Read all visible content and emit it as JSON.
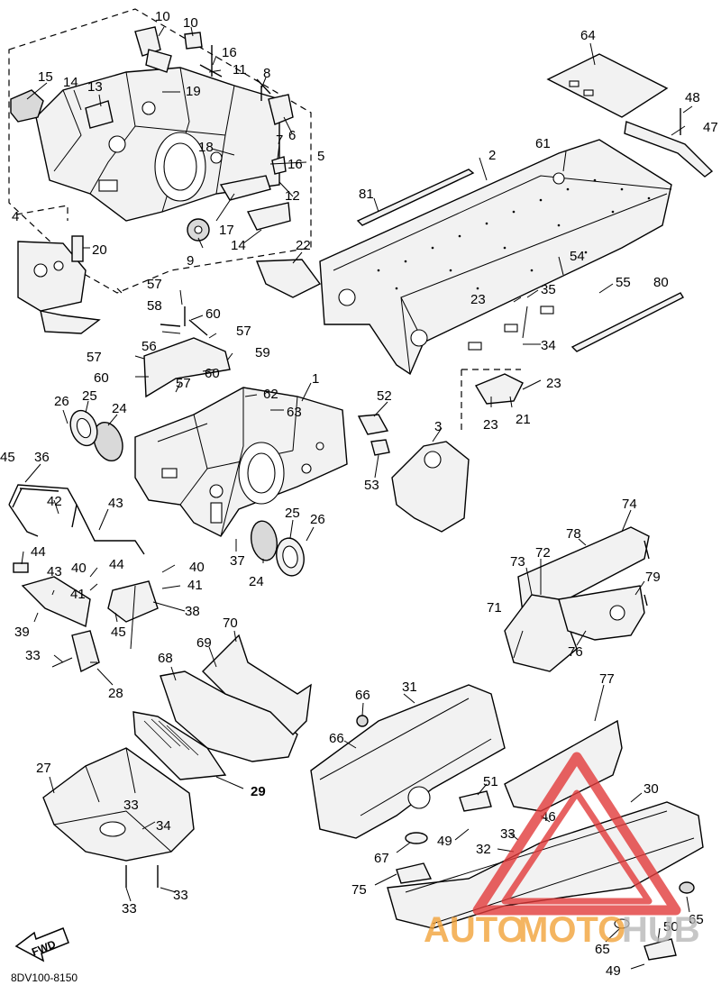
{
  "diagram": {
    "code": "8DV100-8150",
    "direction_marker": "FWD",
    "watermark": {
      "text_auto": "AUTO",
      "text_moto": "MOTO",
      "text_hub": "HUB",
      "color_warm": "#f2a33a",
      "color_gray": "#b8b8b8",
      "color_red": "#e23b3b"
    },
    "callouts": {
      "c1": "1",
      "c2": "2",
      "c3": "3",
      "c4": "4",
      "c5": "5",
      "c6": "6",
      "c7": "7",
      "c8": "8",
      "c9": "9",
      "c10a": "10",
      "c10b": "10",
      "c11": "11",
      "c12": "12",
      "c13": "13",
      "c14a": "14",
      "c14b": "14",
      "c15": "15",
      "c16a": "16",
      "c16b": "16",
      "c17": "17",
      "c18": "18",
      "c19": "19",
      "c20": "20",
      "c21": "21",
      "c22": "22",
      "c23a": "23",
      "c23b": "23",
      "c23c": "23",
      "c24a": "24",
      "c24b": "24",
      "c25a": "25",
      "c25b": "25",
      "c26a": "26",
      "c26b": "26",
      "c27": "27",
      "c28": "28",
      "c29": "29",
      "c30": "30",
      "c31": "31",
      "c32": "32",
      "c33a": "33",
      "c33b": "33",
      "c33c": "33",
      "c33d": "33",
      "c33e": "33",
      "c34a": "34",
      "c34b": "34",
      "c35": "35",
      "c36": "36",
      "c37": "37",
      "c38": "38",
      "c39": "39",
      "c40a": "40",
      "c40b": "40",
      "c41a": "41",
      "c41b": "41",
      "c42": "42",
      "c43a": "43",
      "c43b": "43",
      "c44a": "44",
      "c44b": "44",
      "c45a": "45",
      "c45b": "45",
      "c46": "46",
      "c47": "47",
      "c48": "48",
      "c49a": "49",
      "c49b": "49",
      "c50": "50",
      "c51": "51",
      "c52": "52",
      "c53": "53",
      "c54": "54",
      "c55": "55",
      "c56": "56",
      "c57a": "57",
      "c57b": "57",
      "c57c": "57",
      "c57d": "57",
      "c58": "58",
      "c59": "59",
      "c60a": "60",
      "c60b": "60",
      "c60c": "60",
      "c61": "61",
      "c62": "62",
      "c63": "63",
      "c64": "64",
      "c65a": "65",
      "c65b": "65",
      "c66a": "66",
      "c66b": "66",
      "c67": "67",
      "c68": "68",
      "c69": "69",
      "c70": "70",
      "c71": "71",
      "c72": "72",
      "c73": "73",
      "c74": "74",
      "c75": "75",
      "c76": "76",
      "c77": "77",
      "c78": "78",
      "c79": "79",
      "c80": "80",
      "c81": "81"
    }
  }
}
